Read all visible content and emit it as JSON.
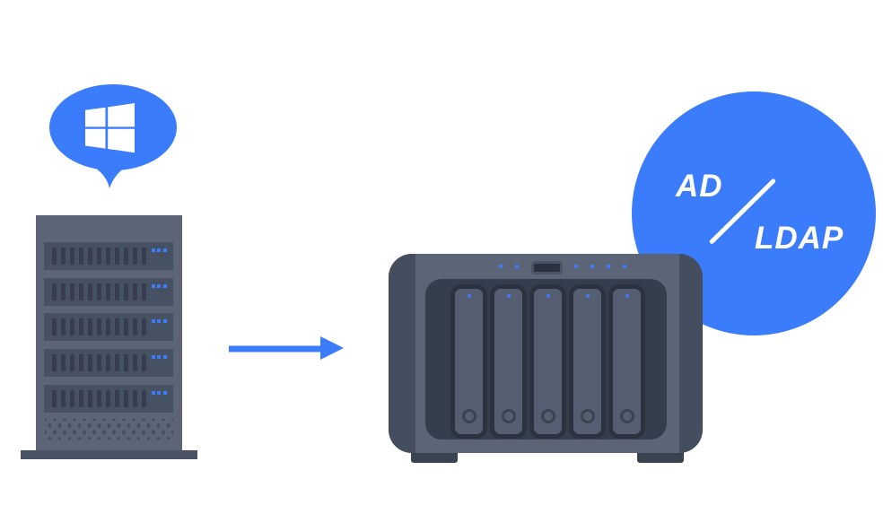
{
  "badge": {
    "label_top": "AD",
    "label_bottom": "LDAP"
  },
  "server_rack": {
    "unit_count": 5,
    "leds_per_unit": 3
  },
  "nas": {
    "bay_count": 5,
    "top_led_count_left": 2,
    "top_led_count_right": 4
  },
  "icons": {
    "windows_logo": "windows-logo",
    "speech_bubble": "speech-bubble",
    "right_arrow": "right-arrow",
    "slash_divider": "slash-divider"
  },
  "colors": {
    "accent_blue": "#3b7cfd",
    "slate_body": "#5c6577",
    "unit_front": "#475164",
    "slat": "#353d4f",
    "base_plate": "#4a5364",
    "vent_dot": "#454e5e",
    "side_band": "#454e5e",
    "inner_panel": "#353e4d",
    "bay_fill": "#565f71",
    "bay_border": "#2b3341",
    "screw_ring": "#3a4350",
    "screen_bg": "#2a3240",
    "screen_border": "#4a5462",
    "foot": "#39424f",
    "text_white": "#ffffff"
  }
}
